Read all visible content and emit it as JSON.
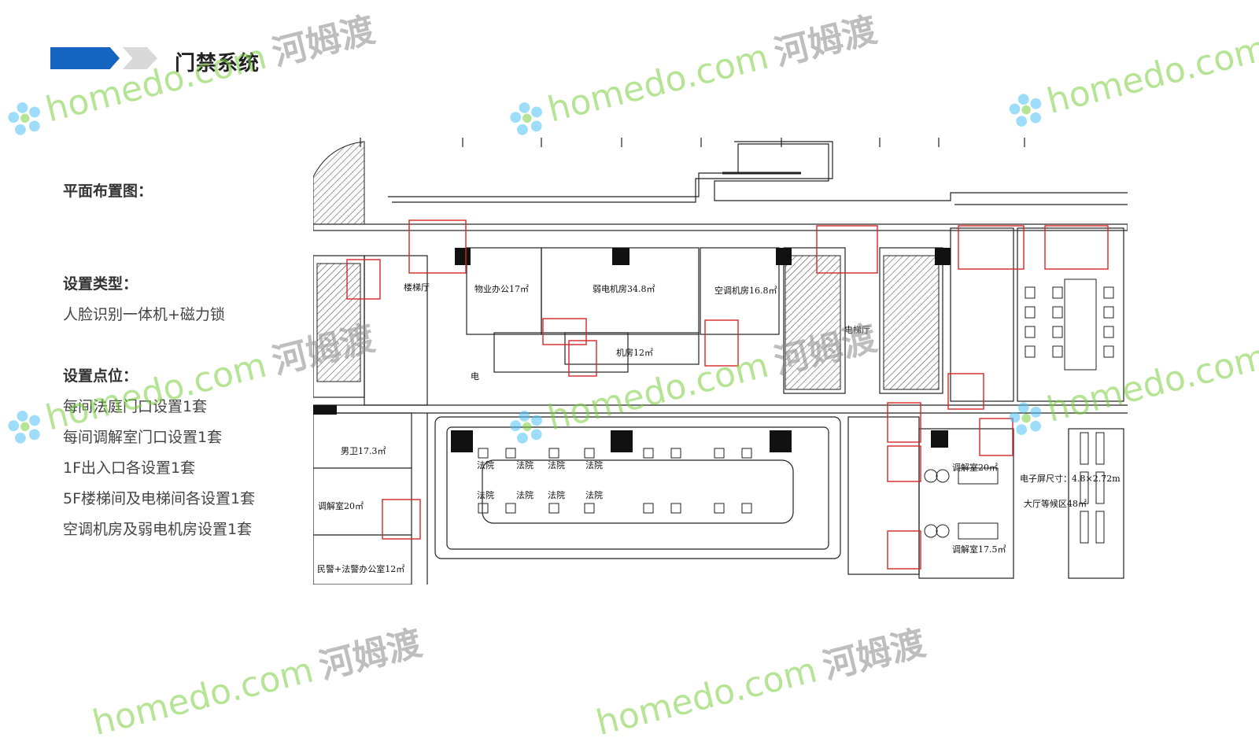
{
  "header": {
    "title": "门禁系统"
  },
  "sections": {
    "layout_heading": "平面布置图：",
    "type_heading": "设置类型：",
    "type_value": "人脸识别一体机+磁力锁",
    "points_heading": "设置点位：",
    "points": [
      "每间法庭门口设置1套",
      "每间调解室门口设置1套",
      "1F出入口各设置1套",
      "5F楼梯间及电梯间各设置1套",
      "空调机房及弱电机房设置1套"
    ]
  },
  "floor_plan": {
    "rooms": [
      "楼梯厅",
      "物业办公17㎡",
      "弱电机房34.8㎡",
      "空调机房16.8㎡",
      "电梯厅",
      "机房12㎡",
      "男卫17.3㎡",
      "调解室20㎡",
      "民警+法警办公室12㎡",
      "调解室20㎡",
      "调解室17.5㎡",
      "电子屏尺寸：4.8×2.72m",
      "大厅等候区48㎡",
      "法院",
      "电"
    ],
    "colors": {
      "line": "#222222",
      "highlight": "#d62828",
      "hatch": "#555555"
    }
  },
  "watermark": {
    "brand": "homedo.com",
    "cn": "河姆渡",
    "color": "#7ccf3f"
  }
}
